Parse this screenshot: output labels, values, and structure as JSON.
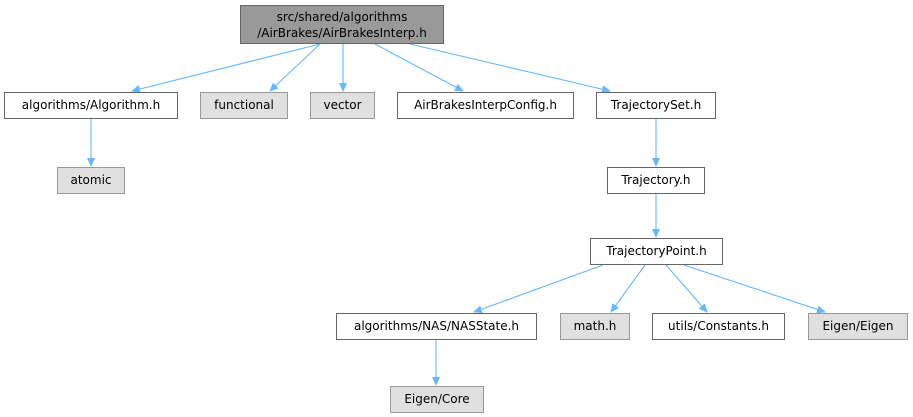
{
  "diagram": {
    "colors": {
      "edge": "#63b8ff",
      "root_fill": "#999999",
      "system_fill": "#e0e0e0",
      "node_border": "#666666"
    },
    "root": {
      "line1": "src/shared/algorithms",
      "line2": "/AirBrakes/AirBrakesInterp.h"
    },
    "nodes": {
      "algorithm_h": "algorithms/Algorithm.h",
      "functional": "functional",
      "vector": "vector",
      "airbrakes_config": "AirBrakesInterpConfig.h",
      "trajectory_set": "TrajectorySet.h",
      "atomic": "atomic",
      "trajectory": "Trajectory.h",
      "trajectory_point": "TrajectoryPoint.h",
      "nas_state": "algorithms/NAS/NASState.h",
      "math_h": "math.h",
      "constants": "utils/Constants.h",
      "eigen_eigen": "Eigen/Eigen",
      "eigen_core": "Eigen/Core"
    }
  }
}
